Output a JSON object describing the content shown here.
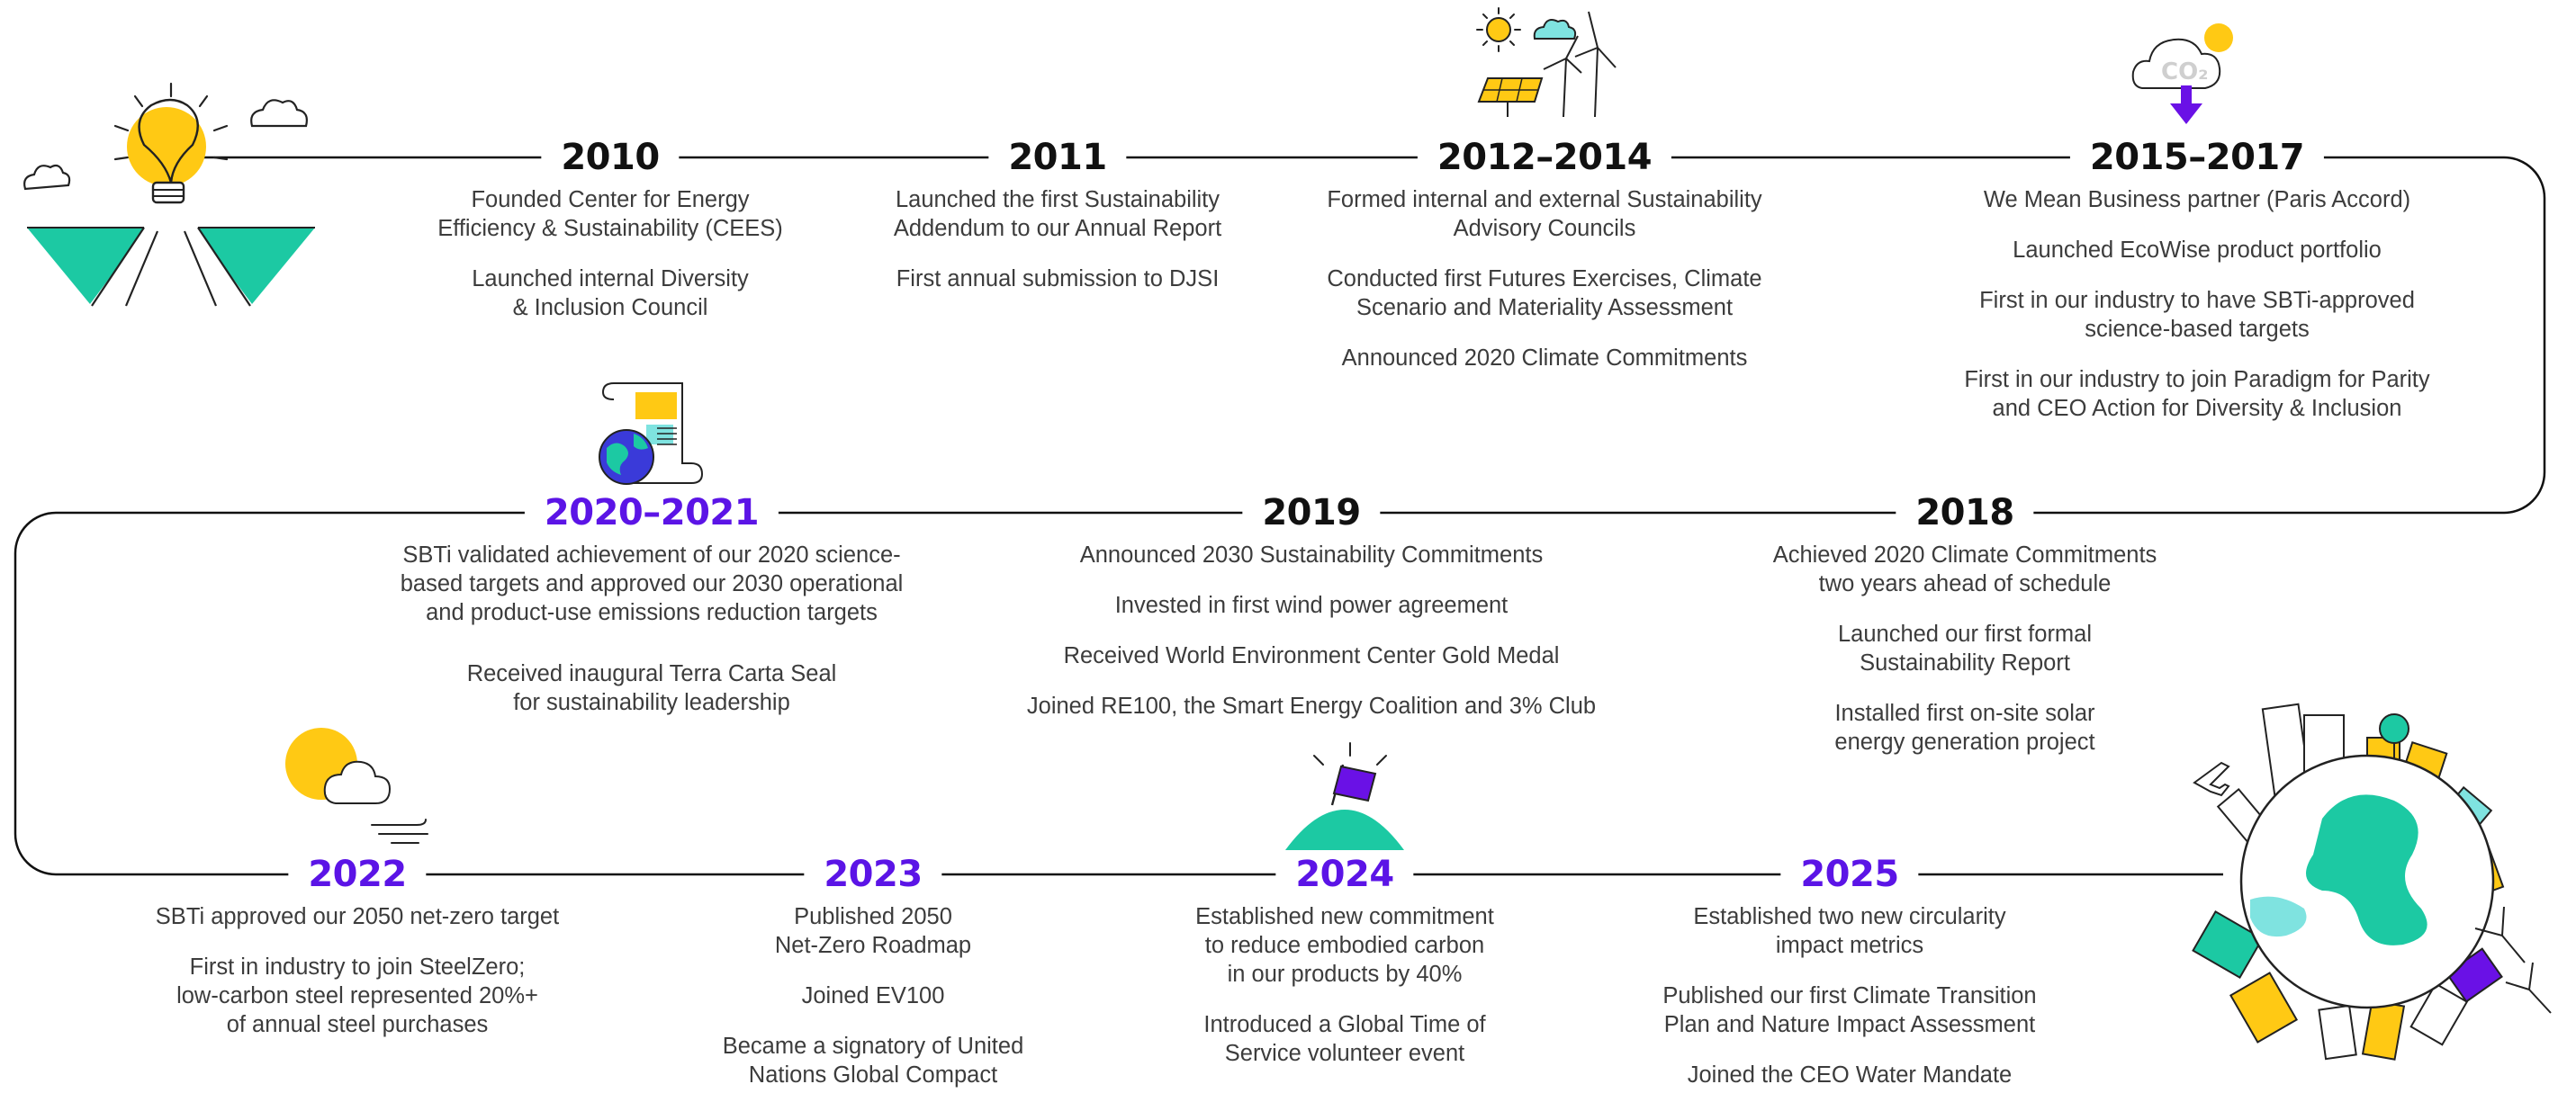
{
  "colors": {
    "line": "#111111",
    "year_dark": "#111111",
    "year_purple": "#5b14e6",
    "text": "#3c3c3c",
    "teal": "#1cc9a3",
    "yellow": "#ffc914",
    "purple": "#6a11e6"
  },
  "illustration_labels": {
    "co2": "CO₂"
  },
  "milestones": [
    {
      "year": "2010",
      "items": [
        "Founded Center for Energy\nEfficiency & Sustainability (CEES)",
        "Launched internal Diversity\n& Inclusion Council"
      ]
    },
    {
      "year": "2011",
      "items": [
        "Launched the first Sustainability\nAddendum to our Annual Report",
        "First annual submission to DJSI"
      ]
    },
    {
      "year": "2012–2014",
      "items": [
        "Formed internal and external Sustainability\nAdvisory Councils",
        "Conducted first Futures Exercises, Climate\nScenario and Materiality Assessment",
        "Announced 2020 Climate Commitments"
      ]
    },
    {
      "year": "2015–2017",
      "items": [
        "We Mean Business partner (Paris Accord)",
        "Launched EcoWise product portfolio",
        "First in our industry to have SBTi-approved\nscience-based targets",
        "First in our industry to join Paradigm for Parity\nand CEO Action for Diversity & Inclusion"
      ]
    },
    {
      "year": "2018",
      "items": [
        "Achieved 2020 Climate Commitments\ntwo years ahead of schedule",
        "Launched our first formal\nSustainability Report",
        "Installed first on-site solar\nenergy generation project"
      ]
    },
    {
      "year": "2019",
      "items": [
        "Announced 2030 Sustainability Commitments",
        "Invested in first wind power agreement",
        "Received World Environment Center Gold Medal",
        "Joined RE100, the Smart Energy Coalition and 3% Club"
      ]
    },
    {
      "year": "2020–2021",
      "items": [
        "SBTi validated achievement of our 2020 science-\nbased targets and approved our 2030 operational\nand product-use emissions reduction targets",
        "Received inaugural Terra Carta Seal\nfor sustainability leadership"
      ]
    },
    {
      "year": "2022",
      "items": [
        "SBTi approved our 2050 net-zero target",
        "First in industry to join SteelZero;\nlow-carbon steel represented 20%+\nof annual steel purchases"
      ]
    },
    {
      "year": "2023",
      "items": [
        "Published 2050\nNet-Zero Roadmap",
        "Joined EV100",
        "Became a signatory of United\nNations Global Compact"
      ]
    },
    {
      "year": "2024",
      "items": [
        "Established new commitment\nto reduce embodied carbon\nin our products by 40%",
        "Introduced a Global Time of\nService volunteer event"
      ]
    },
    {
      "year": "2025",
      "items": [
        "Established two new circularity\nimpact metrics",
        "Published our first Climate Transition\nPlan and Nature Impact Assessment",
        "Joined the CEO Water Mandate"
      ]
    }
  ]
}
